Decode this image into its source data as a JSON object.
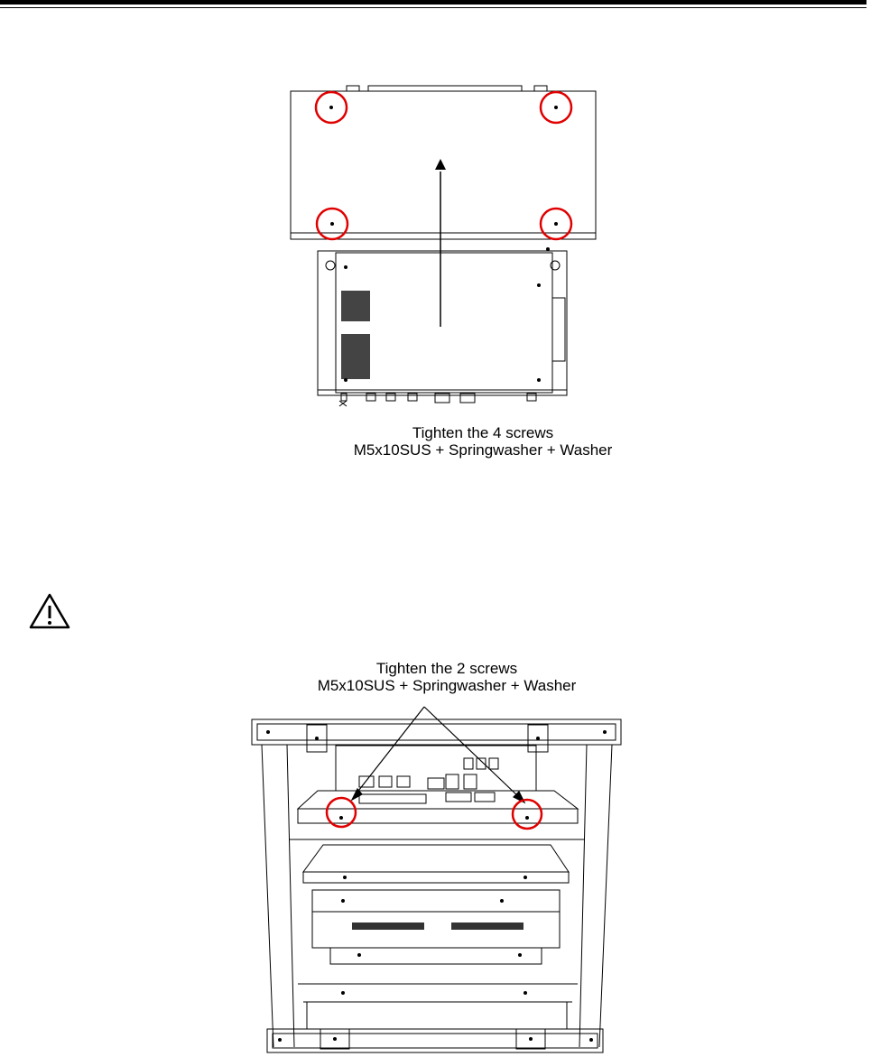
{
  "figure1": {
    "caption_line1": "Tighten the 4 screws",
    "caption_line2": "M5x10SUS + Springwasher + Washer"
  },
  "figure2": {
    "caption_line1": "Tighten the 2 screws",
    "caption_line2": "M5x10SUS + Springwasher + Washer"
  },
  "icons": {
    "warning": "warning-triangle-icon"
  },
  "colors": {
    "highlight": "#e00000",
    "line": "#000000"
  }
}
